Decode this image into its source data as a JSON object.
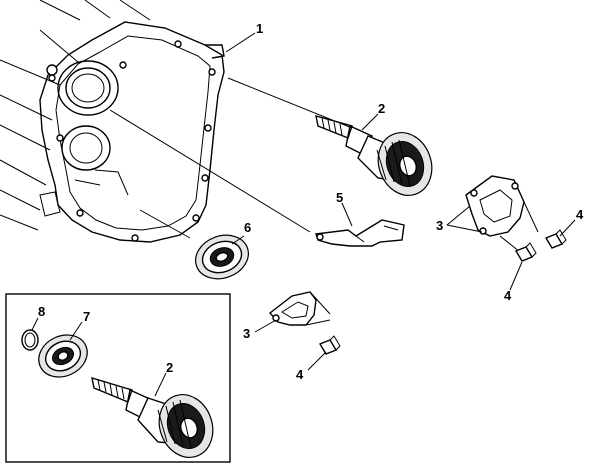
{
  "callouts": {
    "housing": "1",
    "input_shaft_top": "2",
    "input_shaft_inset": "2",
    "retainer_right": "3",
    "retainer_left": "3",
    "bolt_right_top": "4",
    "bolt_right_bottom": "4",
    "bolt_left": "4",
    "lever": "5",
    "bearing_main": "6",
    "bearing_inset": "7",
    "snap_ring": "8"
  },
  "colors": {
    "line": "#000000",
    "background": "#ffffff"
  }
}
